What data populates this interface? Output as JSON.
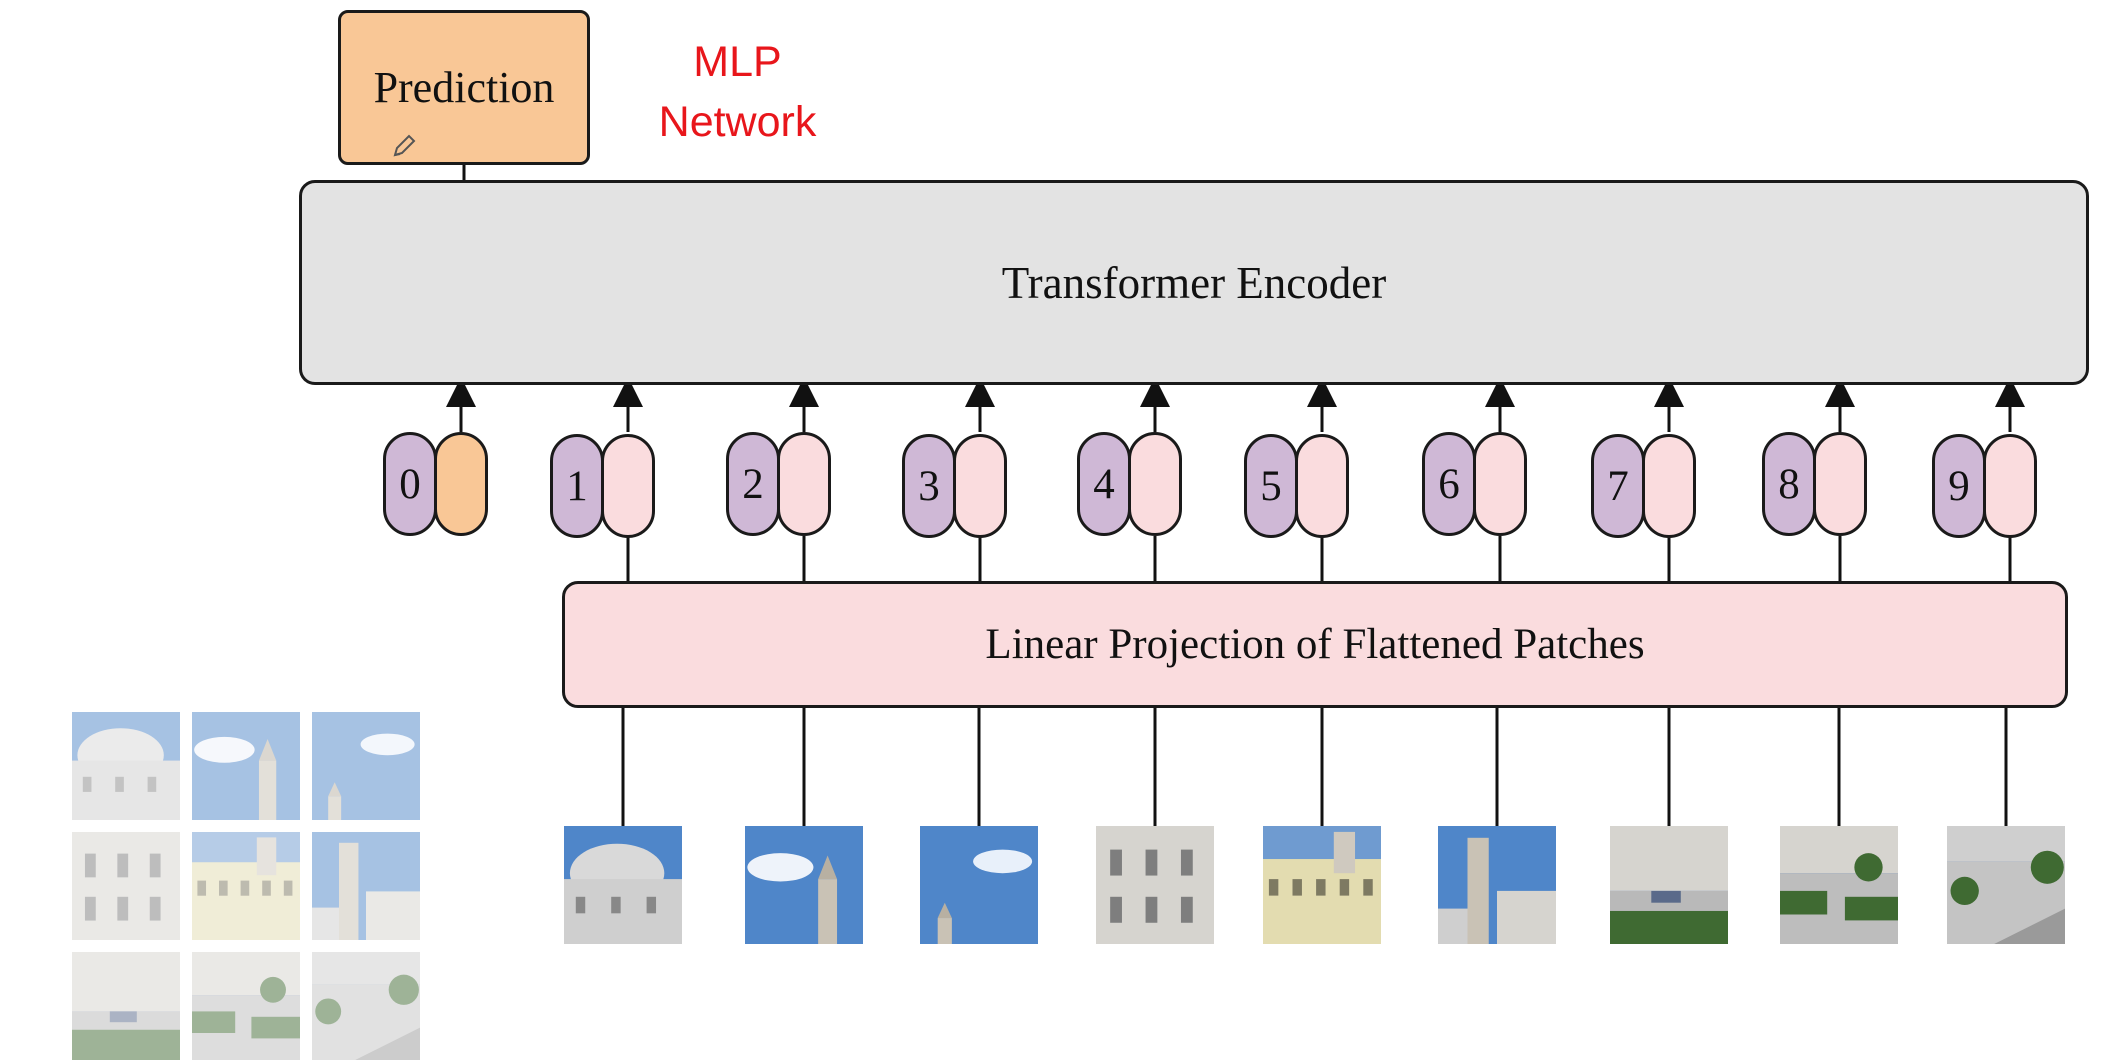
{
  "prediction": {
    "label": "Prediction"
  },
  "mlp_label": {
    "line1": "MLP",
    "line2": "Network"
  },
  "encoder": {
    "label": "Transformer Encoder"
  },
  "projection": {
    "label": "Linear Projection of Flattened Patches"
  },
  "tokens": [
    {
      "index": "0",
      "kind": "class"
    },
    {
      "index": "1",
      "kind": "patch"
    },
    {
      "index": "2",
      "kind": "patch"
    },
    {
      "index": "3",
      "kind": "patch"
    },
    {
      "index": "4",
      "kind": "patch"
    },
    {
      "index": "5",
      "kind": "patch"
    },
    {
      "index": "6",
      "kind": "patch"
    },
    {
      "index": "7",
      "kind": "patch"
    },
    {
      "index": "8",
      "kind": "patch"
    },
    {
      "index": "9",
      "kind": "patch"
    }
  ],
  "patches": [
    {
      "scene": "dome-building"
    },
    {
      "scene": "sky-tower"
    },
    {
      "scene": "sky-tower-top"
    },
    {
      "scene": "white-facade"
    },
    {
      "scene": "yellow-facade"
    },
    {
      "scene": "tower-facade"
    },
    {
      "scene": "street-car"
    },
    {
      "scene": "hedges"
    },
    {
      "scene": "road-trees"
    }
  ],
  "colors": {
    "class_token": "#f9c796",
    "patch_embedding": "#fadcde",
    "position_embedding": "#cfb8d6",
    "encoder": "#e3e3e3",
    "annotation": "#e8161b"
  },
  "icons": {
    "edit": "pencil-icon"
  }
}
